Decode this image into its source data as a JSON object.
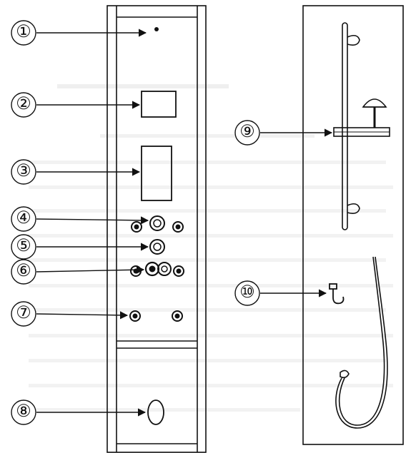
{
  "diagram": {
    "callouts": [
      {
        "id": 1,
        "label": "①"
      },
      {
        "id": 2,
        "label": "②"
      },
      {
        "id": 3,
        "label": "③"
      },
      {
        "id": 4,
        "label": "④"
      },
      {
        "id": 5,
        "label": "⑤"
      },
      {
        "id": 6,
        "label": "⑥"
      },
      {
        "id": 7,
        "label": "⑦"
      },
      {
        "id": 8,
        "label": "⑧"
      },
      {
        "id": 9,
        "label": "⑨"
      },
      {
        "id": 10,
        "label": "⑩"
      }
    ]
  },
  "colors": {
    "ink": "#111111",
    "bleed": "#cfcfcf",
    "paper": "#ffffff"
  }
}
